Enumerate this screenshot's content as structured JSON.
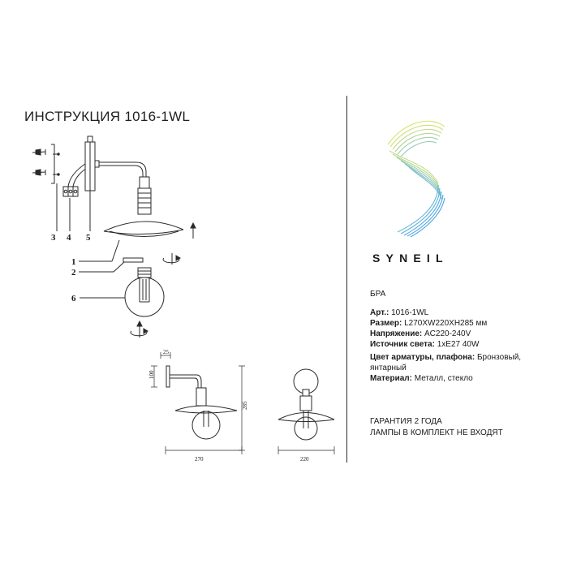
{
  "title": "ИНСТРУКЦИЯ 1016-1WL",
  "brand": "SYNEIL",
  "product_type": "БРА",
  "specs": [
    {
      "label": "Арт.:",
      "value": " 1016-1WL"
    },
    {
      "label": "Размер:",
      "value": " L270XW220XH285 мм"
    },
    {
      "label": "Напряжение:",
      "value": " AC220-240V"
    },
    {
      "label": "Источник света:",
      "value": " 1xE27 40W"
    },
    {
      "label": "Цвет арматуры, плафона:",
      "value": " Бронзовый,"
    },
    {
      "label": "",
      "value": "янтарный"
    },
    {
      "label": "Материал:",
      "value": " Металл, стекло"
    }
  ],
  "warranty": "ГАРАНТИЯ 2 ГОДА",
  "lamps_note": "ЛАМПЫ В КОМПЛЕКТ НЕ ВХОДЯТ",
  "part_labels": {
    "p1": "1",
    "p2": "2",
    "p3": "3",
    "p4": "4",
    "p5": "5",
    "p6": "6"
  },
  "dimensions": {
    "d25": "25",
    "d100": "100",
    "d285": "285",
    "d270": "270",
    "d220": "220"
  }
}
